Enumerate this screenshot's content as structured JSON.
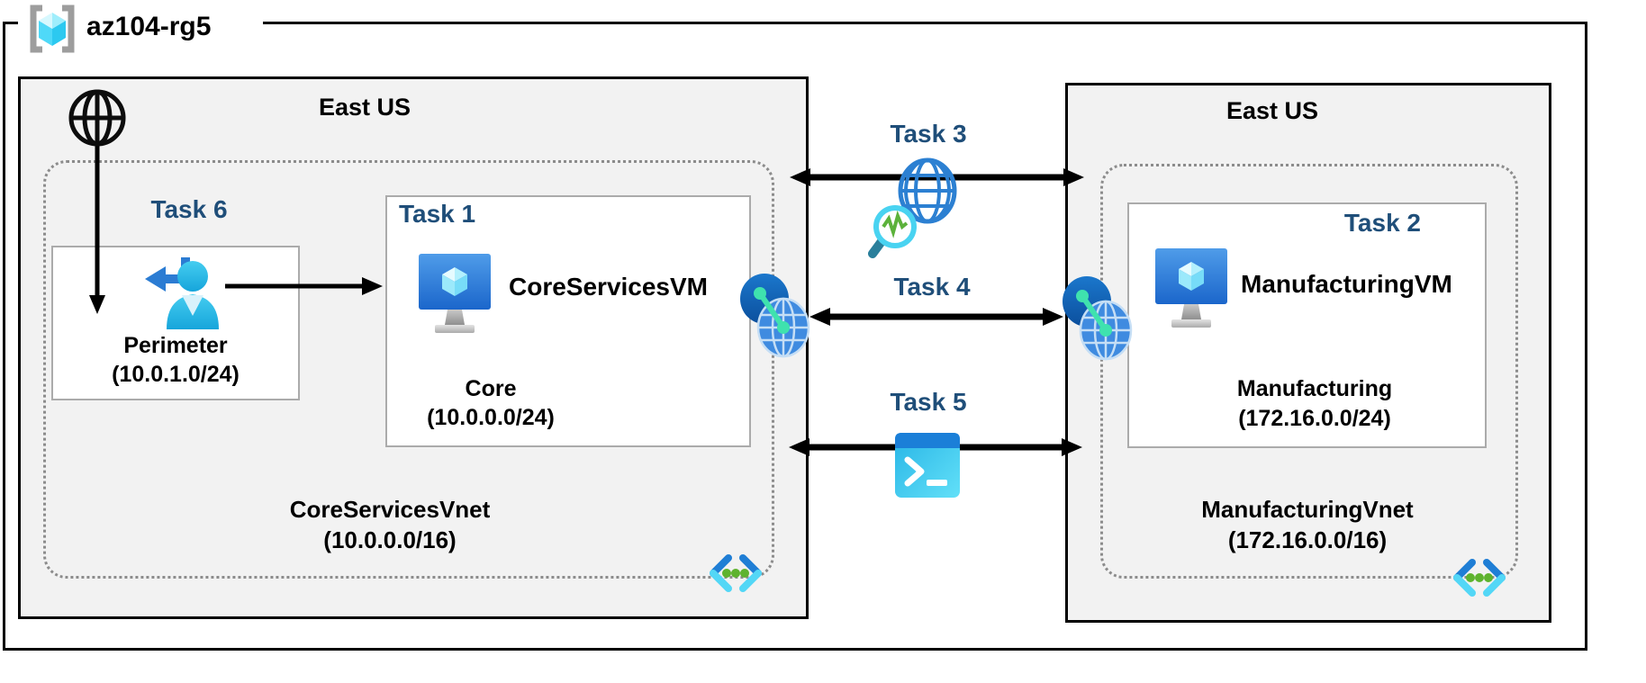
{
  "resource_group": {
    "label": "az104-rg5"
  },
  "regions": {
    "left": {
      "location": "East US",
      "vnet": {
        "name": "CoreServicesVnet",
        "cidr": "(10.0.0.0/16)"
      },
      "perimeter_subnet": {
        "task_label": "Task 6",
        "name": "Perimeter",
        "cidr": "(10.0.1.0/24)"
      },
      "core_subnet": {
        "task_label": "Task 1",
        "vm_name": "CoreServicesVM",
        "name": "Core",
        "cidr": "(10.0.0.0/24)"
      }
    },
    "right": {
      "location": "East US",
      "vnet": {
        "name": "ManufacturingVnet",
        "cidr": "(172.16.0.0/16)"
      },
      "manufacturing_subnet": {
        "task_label": "Task 2",
        "vm_name": "ManufacturingVM",
        "name": "Manufacturing",
        "cidr": "(172.16.0.0/24)"
      }
    }
  },
  "connections": {
    "task3": {
      "label": "Task 3",
      "icon": "network-watcher-icon"
    },
    "task4": {
      "label": "Task 4",
      "icon": "vnet-peering-icon"
    },
    "task5": {
      "label": "Task 5",
      "icon": "cloud-shell-icon"
    }
  },
  "icons": {
    "resource_group": "resource-group-icon",
    "internet": "internet-globe-icon",
    "perimeter_user": "incoming-user-icon",
    "virtual_machine": "virtual-machine-icon",
    "subnet": "subnet-icon",
    "vnet_peering": "vnet-peering-icon",
    "network_watcher": "network-watcher-icon",
    "cloud_shell": "cloud-shell-icon"
  },
  "colors": {
    "task_label": "#1F4E79",
    "region_fill": "#F2F2F2",
    "outline": "#000000",
    "box_border": "#ABABAB",
    "dotted_border": "#8C8C8C",
    "azure_blue": "#2B7CD3",
    "cyan_accent": "#50E6FF",
    "mint_accent": "#3FE2AE",
    "green_dot": "#5EB32E"
  }
}
